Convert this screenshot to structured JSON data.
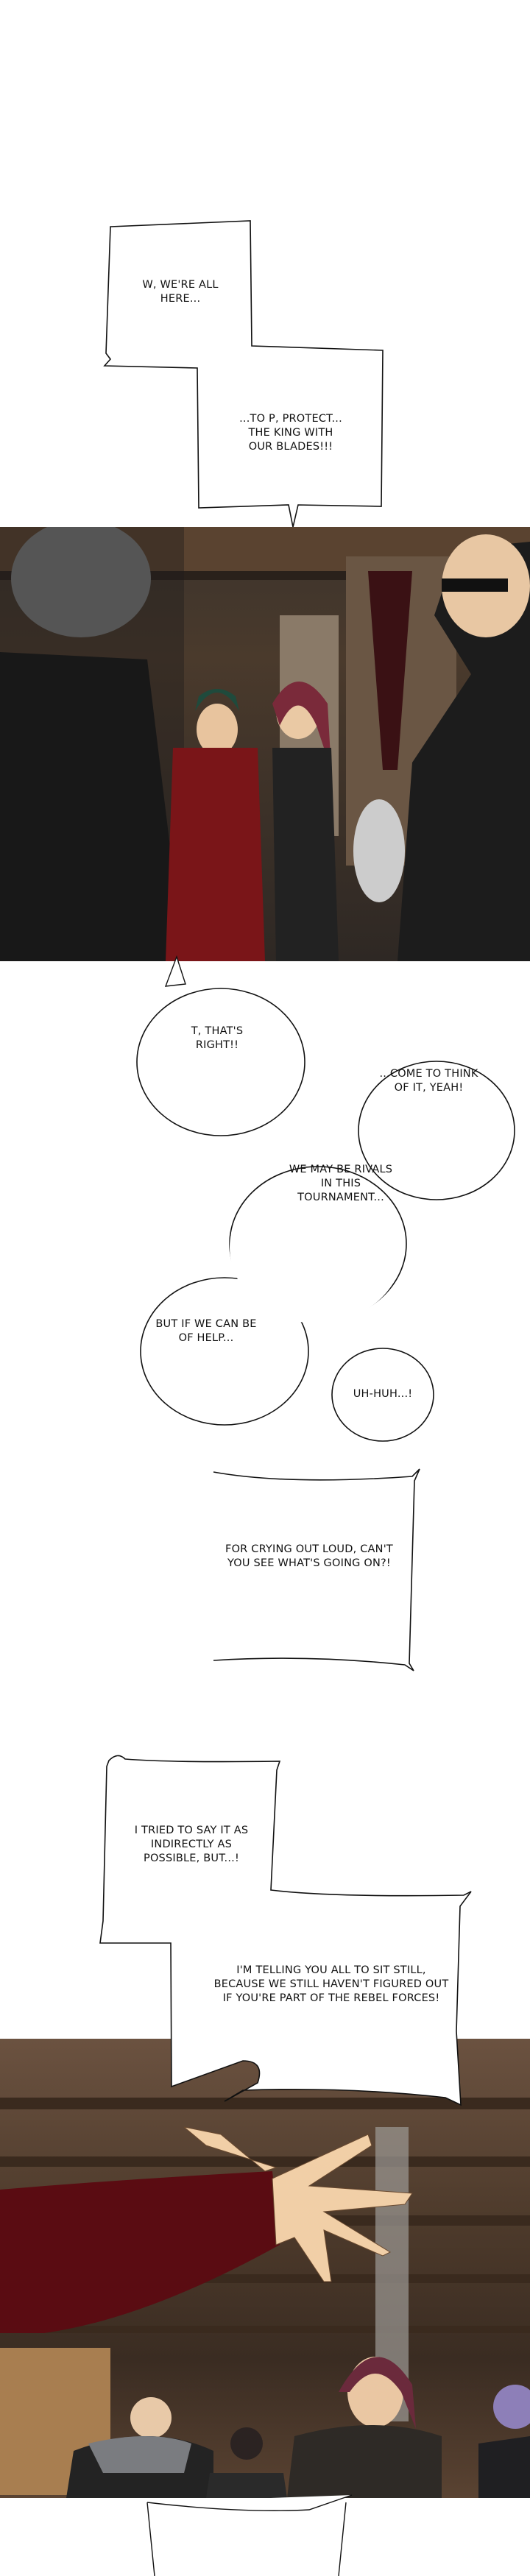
{
  "bubbles": {
    "b1": "W, WE'RE ALL HERE...",
    "b2": "...TO P, PROTECT... THE KING WITH OUR BLADES!!!",
    "b3": "T, THAT'S RIGHT!!",
    "b4": "...COME TO THINK OF IT, YEAH!",
    "b5": "WE MAY BE RIVALS IN THIS TOURNAMENT...",
    "b6": "BUT IF WE CAN BE OF HELP...",
    "b7": "UH-HUH...!",
    "b8": "FOR CRYING OUT LOUD, CAN'T YOU SEE WHAT'S GOING ON?!",
    "b9": "I TRIED TO SAY IT AS INDIRECTLY AS POSSIBLE, BUT...!",
    "b10": "I'M TELLING YOU ALL TO SIT STILL, BECAUSE WE STILL HAVEN'T FIGURED OUT IF YOU'RE PART OF THE REBEL FORCES!"
  },
  "colors": {
    "panel_dark": "#2a2622",
    "wood": "#6b4a30",
    "crimson": "#6e0f16",
    "skin": "#f0cfa8"
  }
}
